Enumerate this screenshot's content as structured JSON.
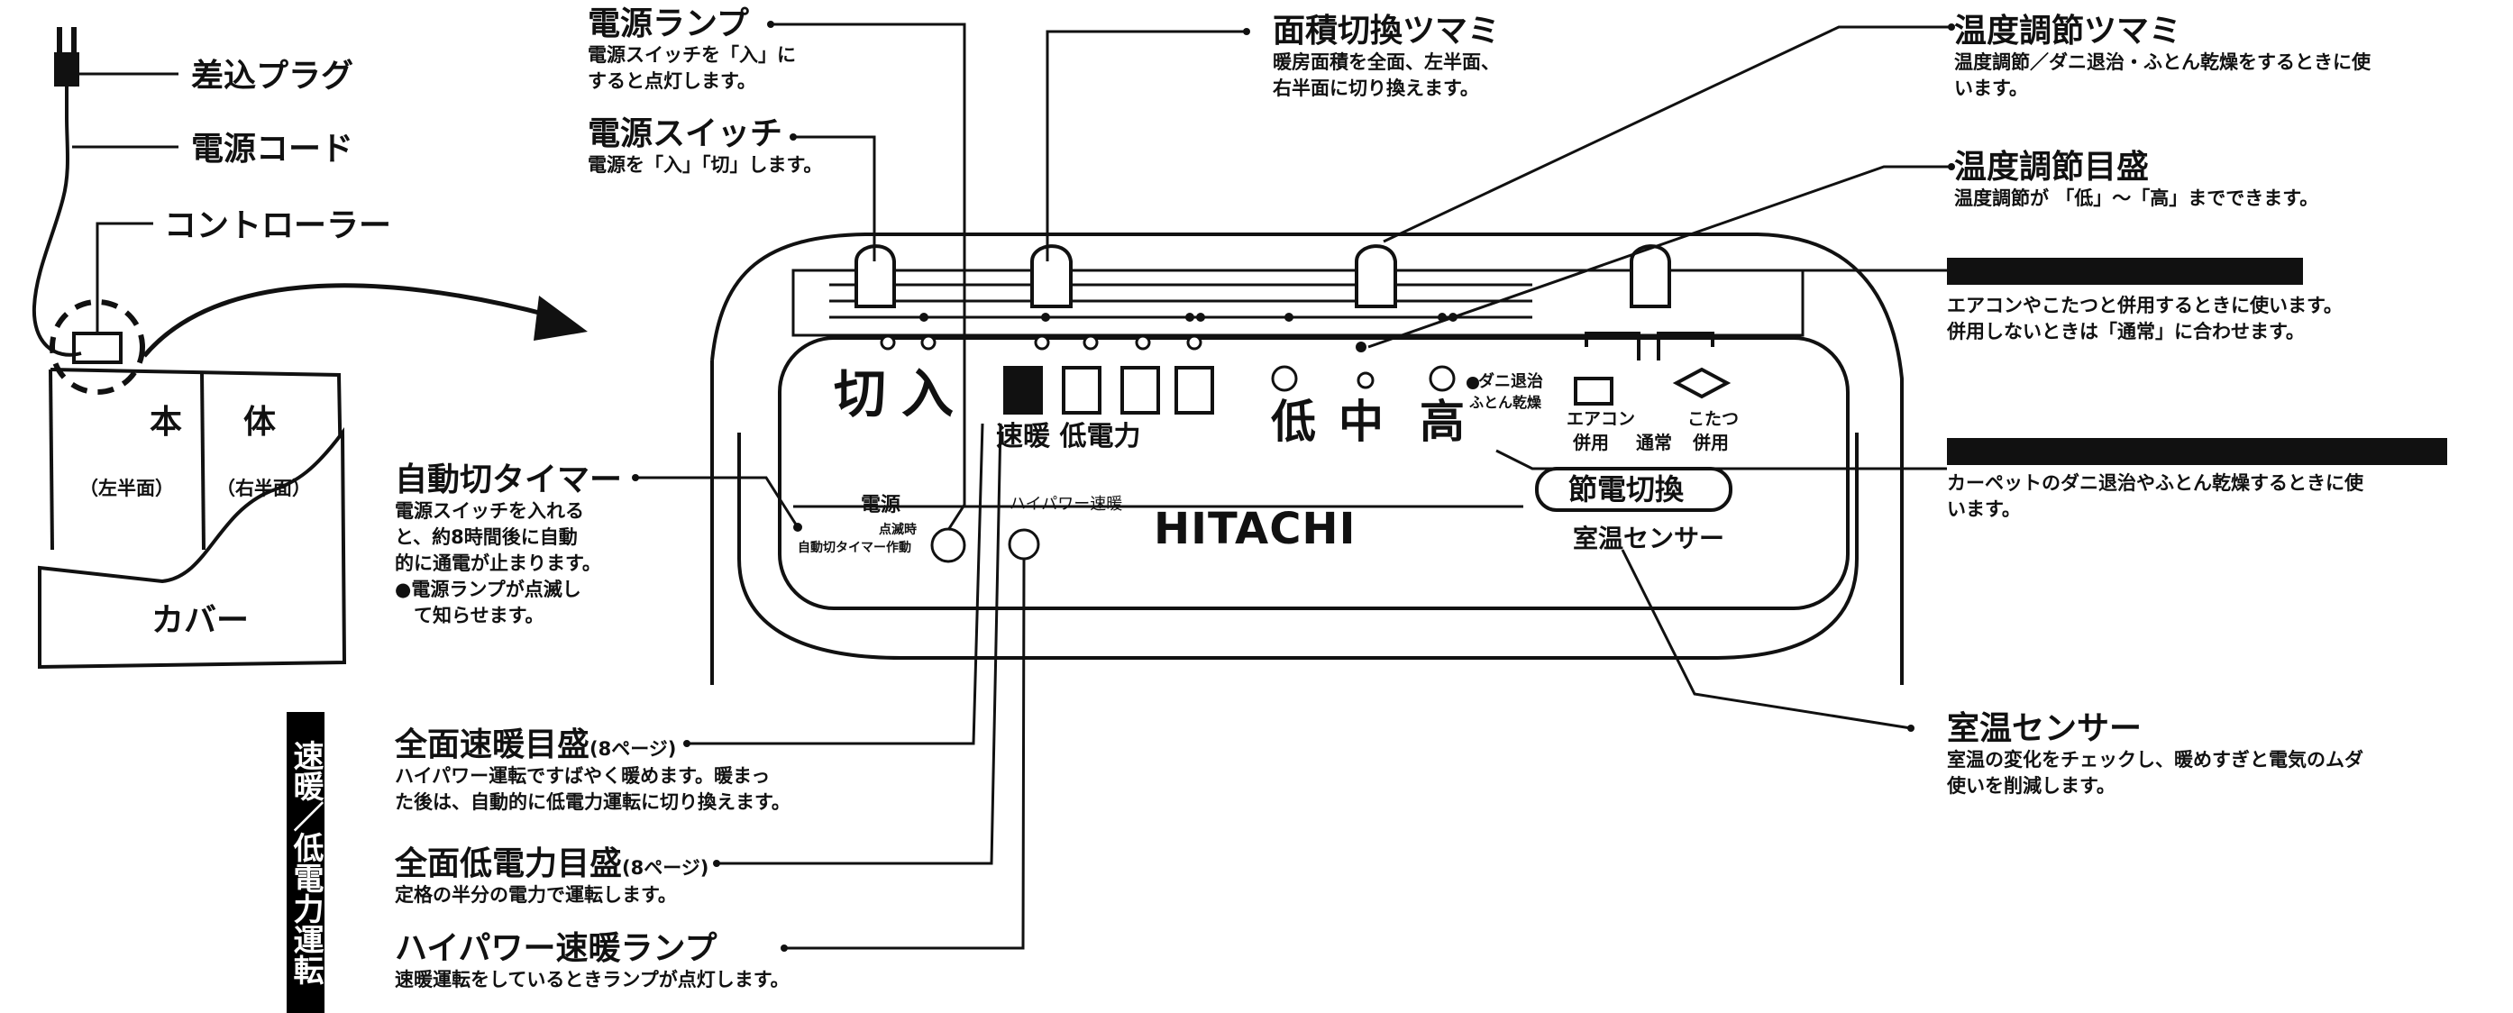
{
  "body_diagram": {
    "plug": "差込プラグ",
    "cord": "電源コード",
    "controller": "コントローラー",
    "body_left": "本",
    "body_right": "体",
    "half_left": "（左半面）",
    "half_right": "（右半面）",
    "cover": "カバー"
  },
  "callouts": {
    "power_lamp": {
      "title": "電源ランプ",
      "lines": [
        "電源スイッチを「入」に",
        "すると点灯します。"
      ]
    },
    "power_switch": {
      "title": "電源スイッチ",
      "lines": [
        "電源を「入」「切」します。"
      ]
    },
    "area_knob": {
      "title": "面積切換ツマミ",
      "lines": [
        "暖房面積を全面、左半面、",
        "右半面に切り換えます。"
      ]
    },
    "temp_knob": {
      "title": "温度調節ツマミ",
      "lines": [
        "温度調節／ダニ退治・ふとん乾燥をするときに使",
        "います。"
      ]
    },
    "temp_scale": {
      "title": "温度調節目盛",
      "lines": [
        "温度調節が 「低」〜「高」までできます。"
      ]
    },
    "combined_use": {
      "title": "",
      "lines": [
        "エアコンやこたつと併用するときに使います。",
        "併用しないときは「通常」に合わせます。"
      ]
    },
    "mite_dry": {
      "title": "",
      "lines": [
        "カーペットのダニ退治やふとん乾燥するときに使",
        "います。"
      ]
    },
    "auto_timer": {
      "title": "自動切タイマー",
      "lines": [
        "電源スイッチを入れる",
        "と、約8時間後に自動",
        "的に通電が止まります。",
        "●電源ランプが点滅し",
        "　て知らせます。"
      ]
    },
    "room_sensor": {
      "title": "室温センサー",
      "lines": [
        "室温の変化をチェックし、暖めすぎと電気のムダ",
        "使いを削減します。"
      ]
    },
    "full_fast": {
      "title": "全面速暖目盛",
      "ref": "(8ページ)",
      "lines": [
        "ハイパワー運転ですばやく暖めます。暖まっ",
        "た後は、自動的に低電力運転に切り換えます。"
      ]
    },
    "full_low": {
      "title": "全面低電力目盛",
      "ref": "(8ページ)",
      "lines": [
        "定格の半分の電力で運転します。"
      ]
    },
    "hipower_lamp": {
      "title": "ハイパワー速暖ランプ",
      "lines": [
        "速暖運転をしているときランプが点灯します。"
      ]
    }
  },
  "side_band": "速暖／低電力運転",
  "panel": {
    "off": "切",
    "on": "入",
    "fast_low": "速暖 低電力",
    "low": "低",
    "mid": "中",
    "high": "高",
    "mite_label_1": "ダニ退治",
    "mite_label_2": "ふとん乾燥",
    "mode_aircon_1": "エアコン",
    "mode_aircon_2": "併用",
    "mode_normal": "通常",
    "mode_kotatsu_1": "こたつ",
    "mode_kotatsu_2": "併用",
    "power_label": "電源",
    "power_sub": "点滅時",
    "timer_label": "自動切タイマー作動",
    "hipower_label": "ハイパワー速暖",
    "brand": "HITACHI",
    "save_button": "節電切換",
    "sensor_label": "室温センサー"
  }
}
